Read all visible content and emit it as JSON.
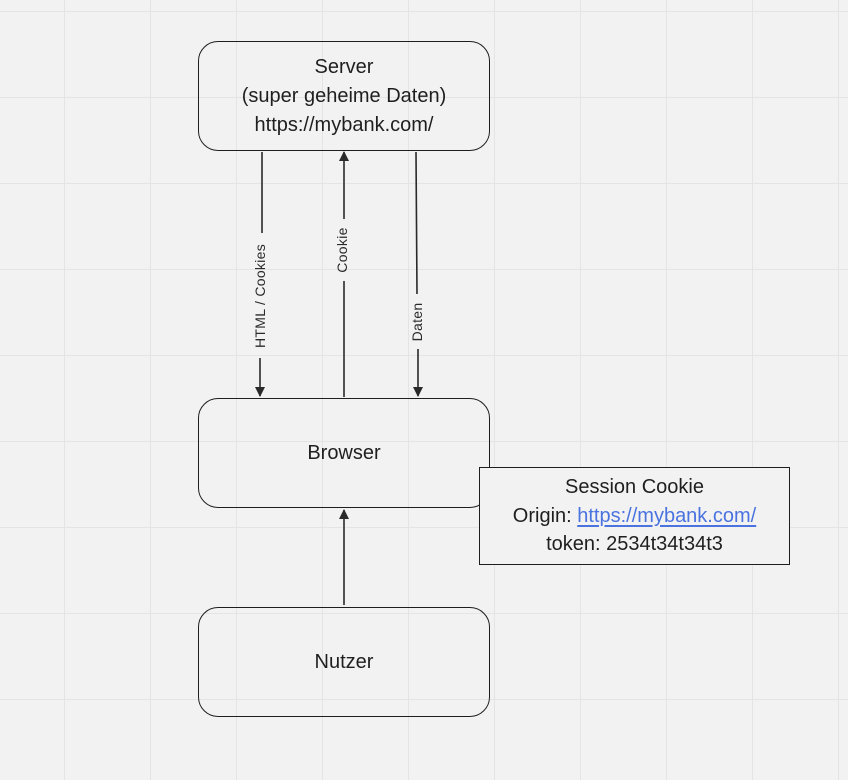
{
  "nodes": {
    "server": {
      "line1": "Server",
      "line2": "(super geheime Daten)",
      "line3": "https://mybank.com/"
    },
    "browser": {
      "label": "Browser"
    },
    "nutzer": {
      "label": "Nutzer"
    }
  },
  "session_cookie": {
    "title": "Session Cookie",
    "origin_label": "Origin:",
    "origin_url": "https://mybank.com/",
    "token_line": "token: 2534t34t34t3"
  },
  "edges": {
    "html_cookies": "HTML / Cookies",
    "cookie": "Cookie",
    "daten": "Daten"
  },
  "colors": {
    "background": "#f2f2f2",
    "grid": "#e4e4e4",
    "stroke": "#1e1e1e",
    "link": "#4a73e0"
  }
}
